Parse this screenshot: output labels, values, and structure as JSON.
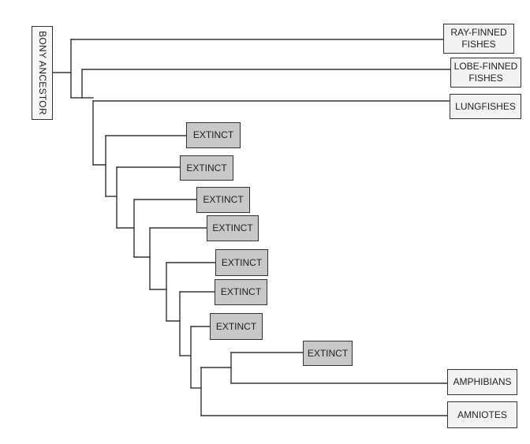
{
  "root": {
    "label": "BONY ANCESTOR"
  },
  "living_taxa": [
    {
      "id": "ray",
      "label": "RAY-FINNED\nFISHES"
    },
    {
      "id": "lobe",
      "label": "LOBE-FINNED\nFISHES"
    },
    {
      "id": "lung",
      "label": "LUNGFISHES"
    },
    {
      "id": "amph",
      "label": "AMPHIBIANS"
    },
    {
      "id": "amni",
      "label": "AMNIOTES"
    }
  ],
  "extinct_taxa": [
    {
      "id": "e1",
      "label": "EXTINCT"
    },
    {
      "id": "e2",
      "label": "EXTINCT"
    },
    {
      "id": "e3",
      "label": "EXTINCT"
    },
    {
      "id": "e4",
      "label": "EXTINCT"
    },
    {
      "id": "e5",
      "label": "EXTINCT"
    },
    {
      "id": "e6",
      "label": "EXTINCT"
    },
    {
      "id": "e7",
      "label": "EXTINCT"
    },
    {
      "id": "e8",
      "label": "EXTINCT"
    }
  ],
  "colors": {
    "line": "#333333",
    "extinct_fill": "#c8c8c8",
    "living_fill": "#f2f2f2"
  }
}
